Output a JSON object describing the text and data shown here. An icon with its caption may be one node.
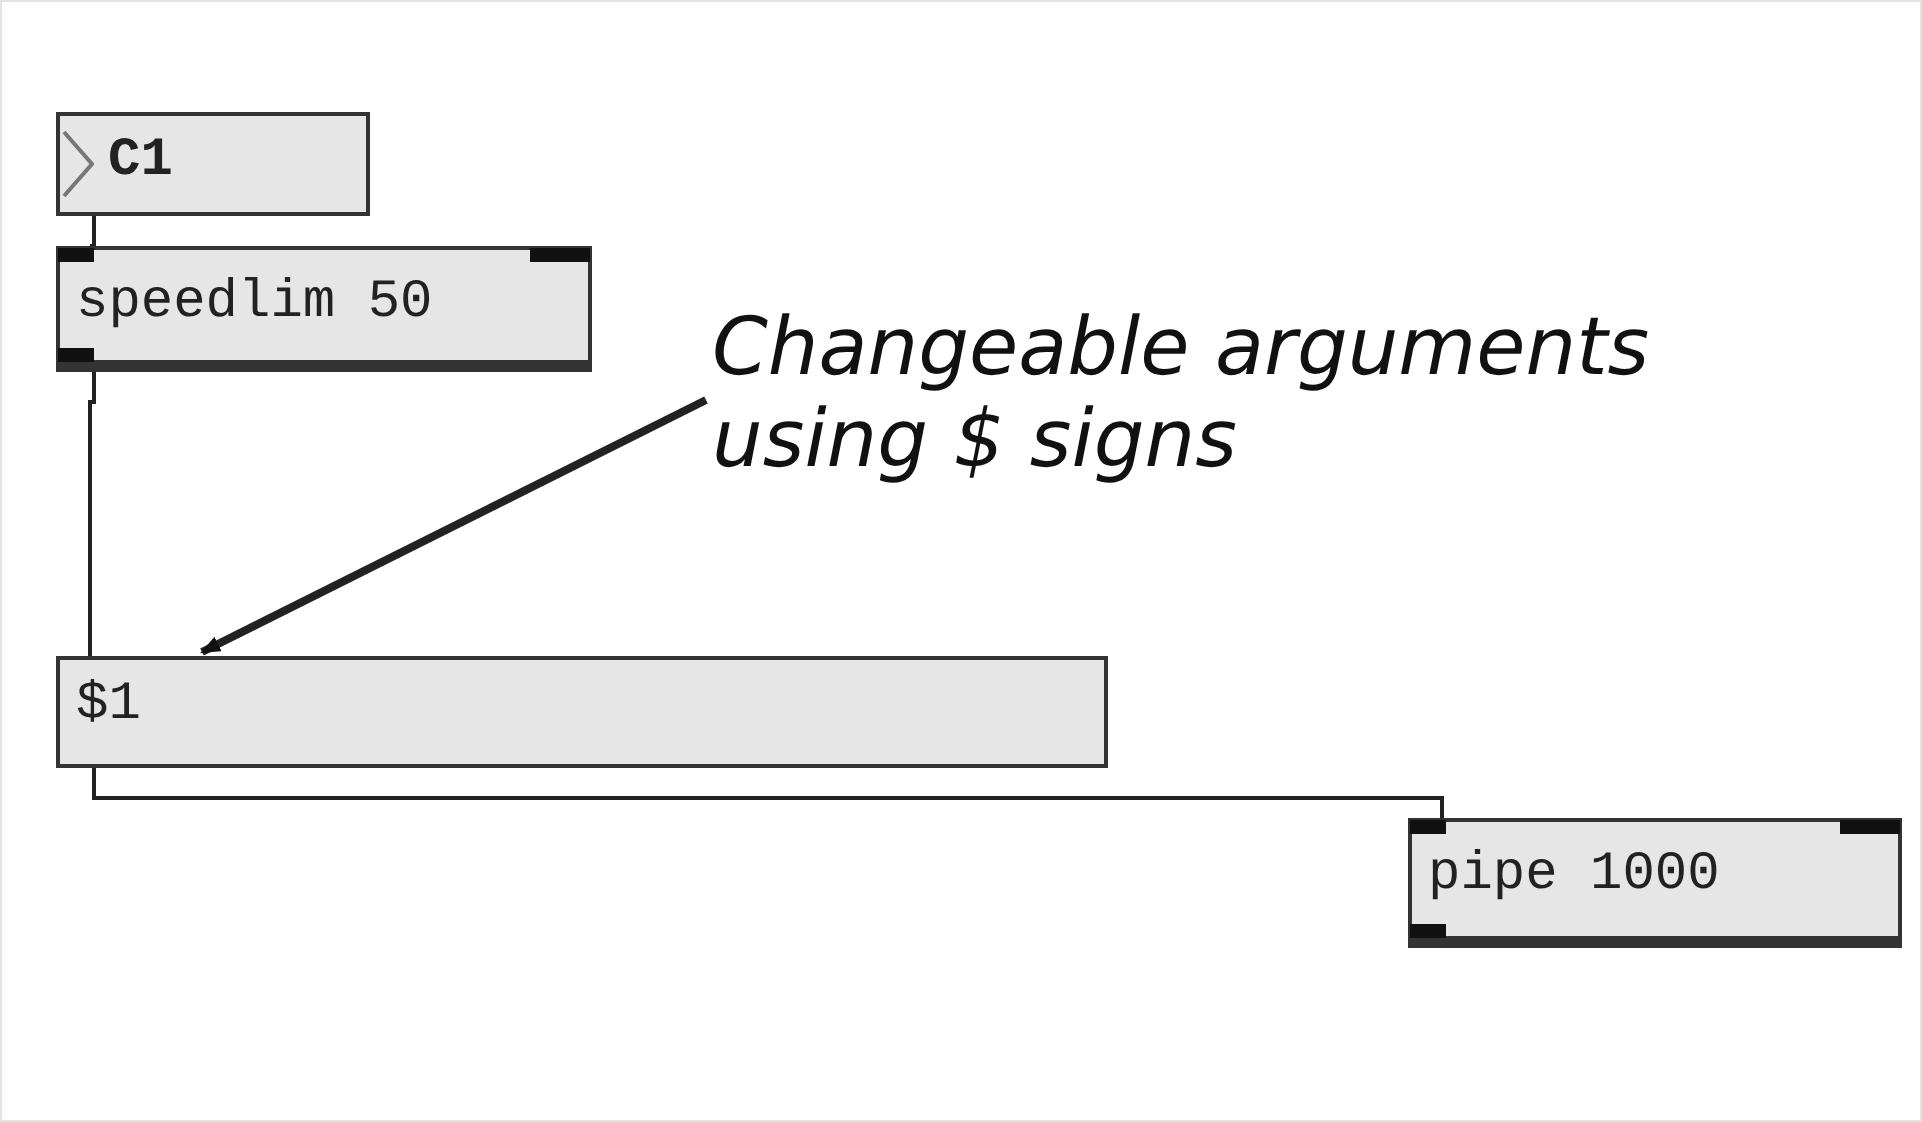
{
  "diagram": {
    "nodes": [
      {
        "text": [
          "C1"
        ]
      },
      {
        "text": [
          "speedlim 50"
        ]
      },
      {
        "text": [
          "$1"
        ]
      },
      {
        "text": [
          "pipe 1000"
        ]
      },
      {
        "text": [
          "Changeable arguments using $ signs"
        ]
      }
    ],
    "edges": [
      {
        "from": 0,
        "to": 1,
        "arrow": "none"
      },
      {
        "from": 1,
        "to": 2,
        "arrow": "none"
      },
      {
        "from": 2,
        "to": 3,
        "arrow": "none"
      },
      {
        "from": 4,
        "to": 2,
        "arrow": "to",
        "style": "thick"
      }
    ]
  }
}
